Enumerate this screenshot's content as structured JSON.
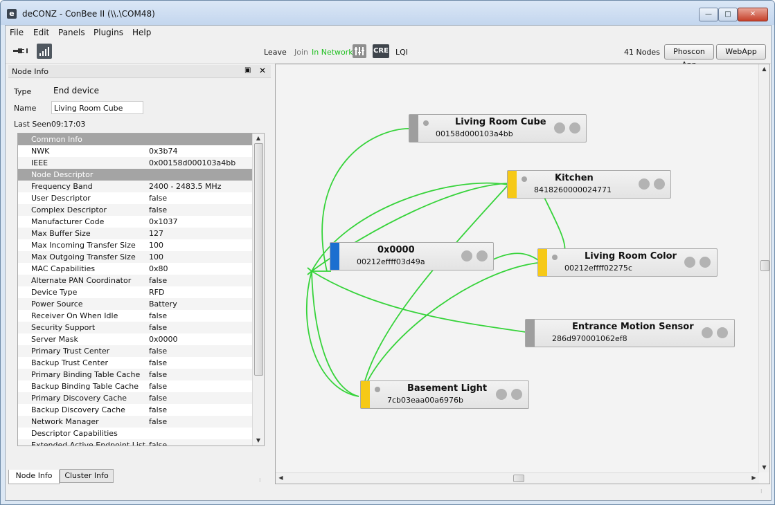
{
  "window": {
    "title": "deCONZ - ConBee II (\\\\.\\COM48)",
    "icon_glyph": "e"
  },
  "menu": [
    "File",
    "Edit",
    "Panels",
    "Plugins",
    "Help"
  ],
  "toolbar": {
    "leave": "Leave",
    "join": "Join",
    "in_network": "In Network",
    "cre": "CRE",
    "lqi": "LQI",
    "node_count": "41 Nodes",
    "phoscon_app": "Phoscon App",
    "webapp": "WebApp",
    "accent_green": "#1fbf1f"
  },
  "node_info": {
    "panel_title": "Node Info",
    "type_label": "Type",
    "type_value": "End device",
    "name_label": "Name",
    "name_value": "Living Room Cube",
    "last_seen_label": "Last Seen",
    "last_seen_value": "09:17:03",
    "rows": [
      {
        "k": "Common Info",
        "v": "",
        "header": true
      },
      {
        "k": "NWK",
        "v": "0x3b74"
      },
      {
        "k": "IEEE",
        "v": "0x00158d000103a4bb"
      },
      {
        "k": "Node Descriptor",
        "v": "",
        "header": true
      },
      {
        "k": "Frequency Band",
        "v": "2400 - 2483.5 MHz"
      },
      {
        "k": "User Descriptor",
        "v": "false"
      },
      {
        "k": "Complex Descriptor",
        "v": "false"
      },
      {
        "k": "Manufacturer Code",
        "v": "0x1037"
      },
      {
        "k": "Max Buffer Size",
        "v": "127"
      },
      {
        "k": "Max Incoming Transfer Size",
        "v": "100"
      },
      {
        "k": "Max Outgoing Transfer Size",
        "v": "100"
      },
      {
        "k": "MAC Capabilities",
        "v": "0x80"
      },
      {
        "k": "Alternate PAN Coordinator",
        "v": "false"
      },
      {
        "k": "Device Type",
        "v": "RFD"
      },
      {
        "k": "Power Source",
        "v": "Battery"
      },
      {
        "k": "Receiver On When Idle",
        "v": "false"
      },
      {
        "k": "Security Support",
        "v": "false"
      },
      {
        "k": "Server Mask",
        "v": "0x0000"
      },
      {
        "k": "Primary Trust Center",
        "v": "false"
      },
      {
        "k": "Backup Trust Center",
        "v": "false"
      },
      {
        "k": "Primary Binding Table Cache",
        "v": "false"
      },
      {
        "k": "Backup Binding Table Cache",
        "v": "false"
      },
      {
        "k": "Primary Discovery Cache",
        "v": "false"
      },
      {
        "k": "Backup Discovery Cache",
        "v": "false"
      },
      {
        "k": "Network Manager",
        "v": "false"
      },
      {
        "k": "Descriptor Capabilities",
        "v": ""
      },
      {
        "k": "Extended Active Endpoint List",
        "v": "false"
      }
    ],
    "tabs": [
      "Node Info",
      "Cluster Info"
    ]
  },
  "nodes": [
    {
      "name": "Living Room Cube",
      "address": "00158d000103a4bb",
      "color": "#9e9e9e"
    },
    {
      "name": "Kitchen",
      "address": "8418260000024771",
      "color": "#f6c917"
    },
    {
      "name": "0x0000",
      "address": "00212effff03d49a",
      "color": "#1b6fd0"
    },
    {
      "name": "Living Room Color",
      "address": "00212effff02275c",
      "color": "#f6c917"
    },
    {
      "name": "Entrance Motion Sensor",
      "address": "286d970001062ef8",
      "color": "#9e9e9e"
    },
    {
      "name": "Basement Light",
      "address": "7cb03eaa00a6976b",
      "color": "#f6c917"
    }
  ]
}
